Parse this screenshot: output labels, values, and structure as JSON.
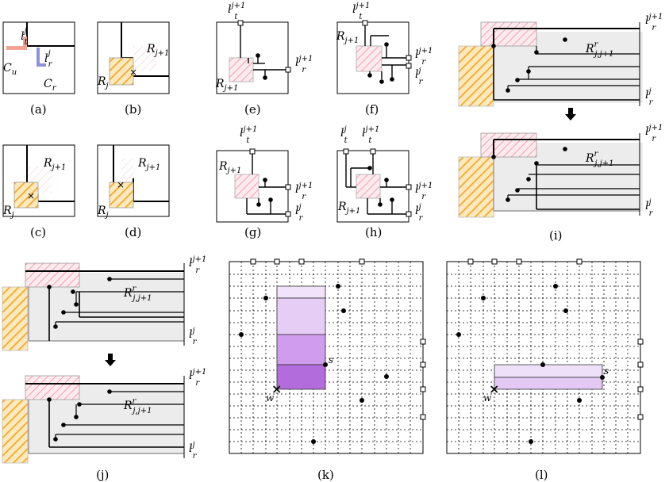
{
  "captions": {
    "a": "(a)",
    "b": "(b)",
    "c": "(c)",
    "d": "(d)",
    "e": "(e)",
    "f": "(f)",
    "g": "(g)",
    "h": "(h)",
    "i": "(i)",
    "j": "(j)",
    "k": "(k)",
    "l": "(l)"
  },
  "labels": {
    "l": "l",
    "C": "C",
    "R": "R",
    "t": "t",
    "r": "r",
    "u": "u",
    "j": "j",
    "j_plus_1": "j+1",
    "jj_plus_1": "j,j+1",
    "w": "w",
    "s": "s"
  },
  "colors": {
    "hatch_orange": "#f2b232",
    "fill_orange": "#fbe3a8",
    "hatch_pink": "#f07f97",
    "fill_pink": "#fbe0e6",
    "grey_fill": "#ececec",
    "purple_1": "#efe0f9",
    "purple_2": "#e3c9f4",
    "purple_3": "#cf9bec",
    "purple_4": "#b06ad8",
    "salmon": "#f2a393",
    "blue_bar": "#8f8fe0"
  }
}
